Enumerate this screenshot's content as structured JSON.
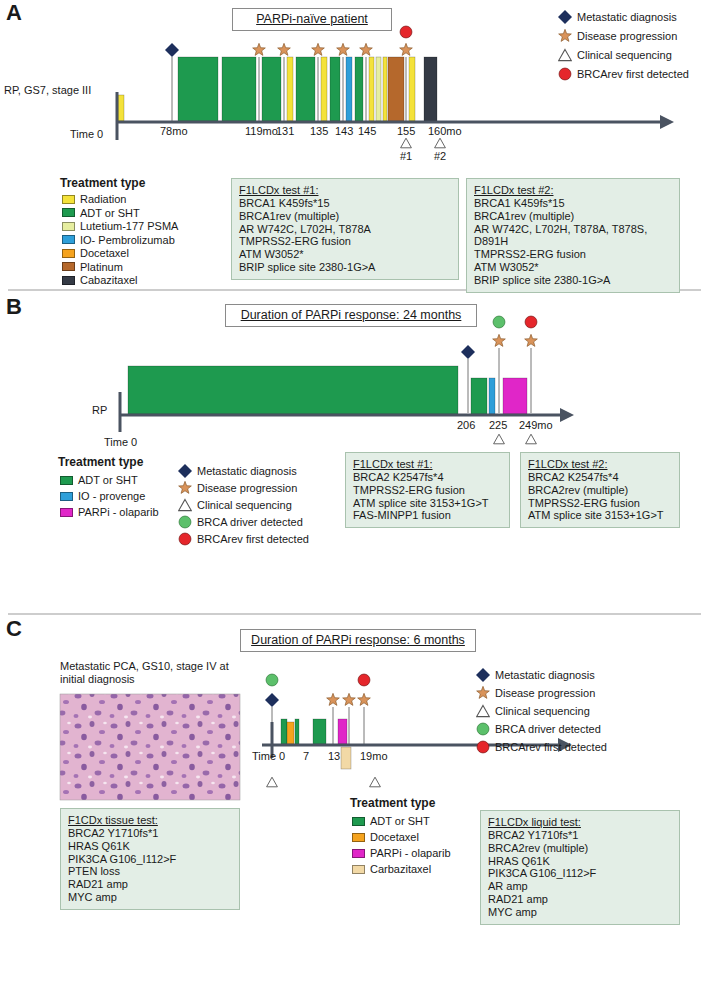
{
  "diagram": {
    "nodes": [
      {
        "text": [
          "PARPi-naïve patient"
        ]
      },
      {
        "text": [
          "F1LCDx test #1:",
          "BRCA1 K459fs*15",
          "BRCA1rev (multiple)",
          "AR W742C, L702H, T878A",
          "TMPRSS2-ERG fusion",
          "ATM W3052*",
          "BRIP splice site 2380-1G>A"
        ]
      },
      {
        "text": [
          "F1LCDx test #2:",
          "BRCA1 K459fs*15",
          "BRCA1rev (multiple)",
          "AR W742C, L702H, T878A, T878S, D891H",
          "TMPRSS2-ERG fusion",
          "ATM W3052*",
          "BRIP splice site 2380-1G>A"
        ]
      },
      {
        "text": [
          "Duration of PARPi response: 24 months"
        ]
      },
      {
        "text": [
          "F1LCDx test #1:",
          "BRCA2 K2547fs*4",
          "TMPRSS2-ERG fusion",
          "ATM splice site 3153+1G>T",
          "FAS-MINPP1 fusion"
        ]
      },
      {
        "text": [
          "F1LCDx test #2:",
          "BRCA2 K2547fs*4",
          "BRCA2rev (multiple)",
          "TMPRSS2-ERG fusion",
          "ATM splice site 3153+1G>T"
        ]
      },
      {
        "text": [
          "Duration of PARPi response: 6 months"
        ]
      },
      {
        "text": [
          "F1CDx tissue test:",
          "BRCA2 Y1710fs*1",
          "HRAS Q61K",
          "PIK3CA G106_I112>F",
          "PTEN loss",
          "RAD21 amp",
          "MYC amp"
        ]
      },
      {
        "text": [
          "F1LCDx liquid test:",
          "BRCA2 Y1710fs*1",
          "BRCA2rev (multiple)",
          "HRAS Q61K",
          "PIK3CA G106_I112>F",
          "AR amp",
          "RAD21 amp",
          "MYC amp"
        ]
      }
    ],
    "labels": [
      "A",
      "RP, GS7, stage III",
      "Time 0",
      "78mo",
      "119mo",
      "131",
      "135",
      "143",
      "145",
      "155",
      "#1",
      "160mo",
      "#2",
      "Treatment type",
      "B",
      "RP",
      "Time 0",
      "206",
      "225",
      "249mo",
      "Treatment type",
      "C",
      "Metastatic PCA, GS10, stage IV at initial diagnosis",
      "Time 0",
      "7",
      "13",
      "19mo",
      "Treatment type"
    ],
    "legend": [
      {
        "text": "Metastatic diagnosis"
      },
      {
        "text": "Disease progression"
      },
      {
        "text": "Clinical sequencing"
      },
      {
        "text": "BRCArev first detected"
      },
      {
        "text": "Radiation",
        "color": "#f4e23a"
      },
      {
        "text": "ADT or SHT",
        "color": "#1e9a4f"
      },
      {
        "text": "Lutetium-177 PSMA",
        "color": "#e6eea0"
      },
      {
        "text": "IO- Pembrolizumab",
        "color": "#2e9fd9"
      },
      {
        "text": "Docetaxel",
        "color": "#f5a31e"
      },
      {
        "text": "Platinum",
        "color": "#b5682c"
      },
      {
        "text": "Cabazitaxel",
        "color": "#343a45"
      },
      {
        "text": "ADT or SHT",
        "color": "#1e9a4f"
      },
      {
        "text": "IO - provenge",
        "color": "#2e9fd9"
      },
      {
        "text": "PARPi - olaparib",
        "color": "#e026c8"
      },
      {
        "text": "Metastatic diagnosis"
      },
      {
        "text": "Disease progression"
      },
      {
        "text": "Clinical sequencing"
      },
      {
        "text": "BRCA driver detected"
      },
      {
        "text": "BRCArev first detected"
      },
      {
        "text": "Metastatic diagnosis"
      },
      {
        "text": "Disease progression"
      },
      {
        "text": "Clinical sequencing"
      },
      {
        "text": "BRCA driver detected"
      },
      {
        "text": "BRCArev first detected"
      },
      {
        "text": "ADT or SHT",
        "color": "#1e9a4f"
      },
      {
        "text": "Docetaxel",
        "color": "#f5a31e"
      },
      {
        "text": "PARPi - olaparib",
        "color": "#e026c8"
      },
      {
        "text": "Carbazitaxel",
        "color": "#f2d9a6"
      }
    ]
  }
}
